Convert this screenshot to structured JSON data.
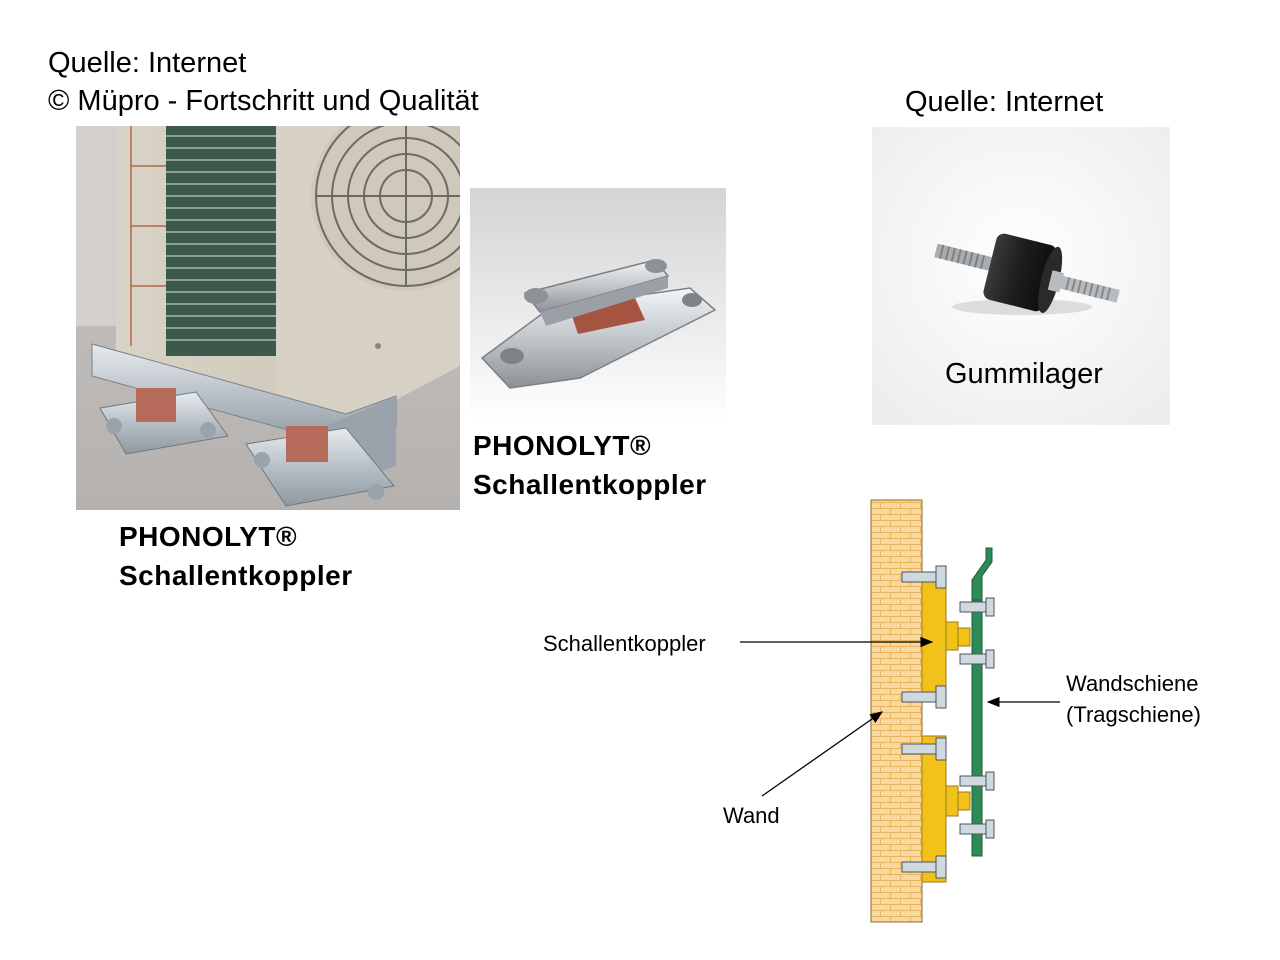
{
  "sources": {
    "left_line1": "Quelle: Internet",
    "left_line2": "© Müpro - Fortschritt und Qualität",
    "right": "Quelle: Internet"
  },
  "captions": {
    "coupler_small_line1": "PHONOLYT®",
    "coupler_small_line2": "Schallentkoppler",
    "coupler_large_line1": "PHONOLYT®",
    "coupler_large_line2": "Schallentkoppler",
    "rubber_mount": "Gummilager"
  },
  "diagram": {
    "label_decoupler": "Schallentkoppler",
    "label_rail_line1": "Wandschiene",
    "label_rail_line2": "(Tragschiene)",
    "label_wall": "Wand",
    "colors": {
      "wall": "#f7d9a0",
      "wall_brick_lines": "#e9b45e",
      "decoupler": "#f2c21b",
      "rail": "#2e8b57",
      "bolt": "#cfd8de",
      "arrow": "#000000"
    }
  },
  "icons": [
    "outdoor-ac-unit-photo",
    "coupler-photo",
    "rubber-mount-photo",
    "wall-mounting-diagram"
  ]
}
